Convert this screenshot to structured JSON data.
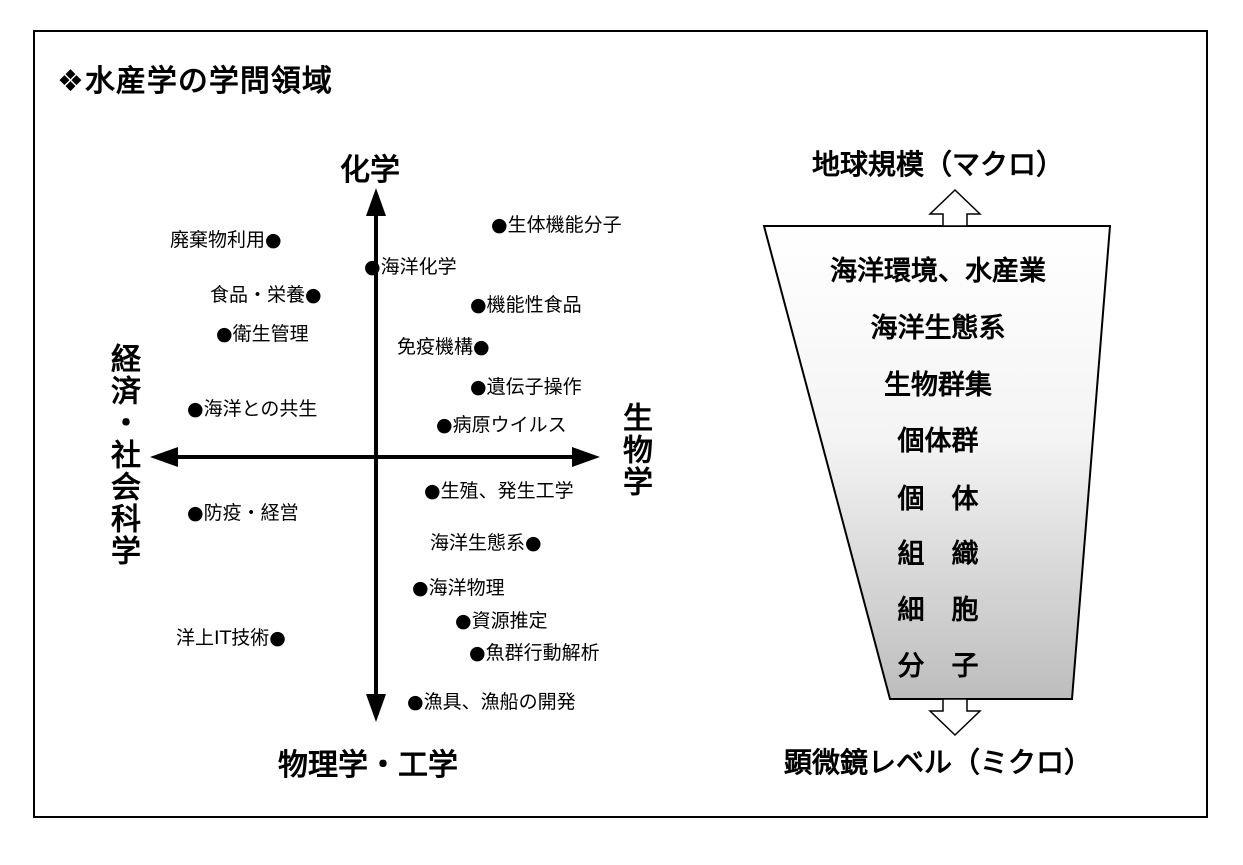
{
  "title": "❖水産学の学問領域",
  "quadrant": {
    "axis_top": "化学",
    "axis_bottom": "物理学・工学",
    "axis_left": "経済・社会科学",
    "axis_right": "生物学",
    "items": {
      "haiki": "廃棄物利用●",
      "shokuhin": "食品・栄養●",
      "eisei": "●衛生管理",
      "kyosei": "●海洋との共生",
      "boeki": "●防疫・経営",
      "itgijutsu": "洋上IT技術●",
      "seitai_kino": "●生体機能分子",
      "kaiyo_kagaku": "●海洋化学",
      "kino_shokuhin": "●機能性食品",
      "meneki": "免疫機構●",
      "idenshi": "●遺伝子操作",
      "byogen": "●病原ウイルス",
      "seishoku": "●生殖、発生工学",
      "seitaikei": "海洋生態系●",
      "butsuri": "●海洋物理",
      "shigen": "●資源推定",
      "gyogun": "●魚群行動解析",
      "gyogu": "●漁具、漁船の開発"
    }
  },
  "scale": {
    "top_label": "地球規模（マクロ）",
    "bottom_label": "顕微鏡レベル（ミクロ）",
    "levels": [
      "海洋環境、水産業",
      "海洋生態系",
      "生物群集",
      "個体群",
      "個　体",
      "組　織",
      "細　胞",
      "分　子"
    ]
  }
}
